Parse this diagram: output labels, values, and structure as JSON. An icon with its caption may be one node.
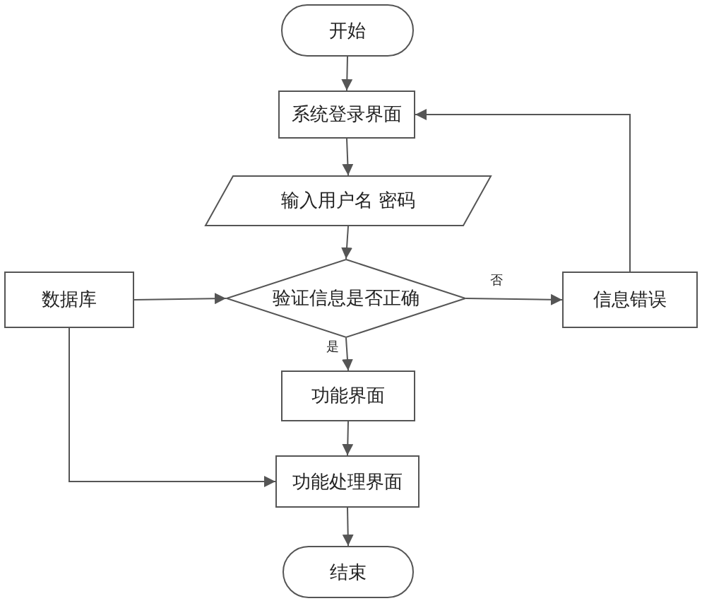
{
  "diagram": {
    "nodes": [
      {
        "text": [
          "开始"
        ]
      },
      {
        "text": [
          "系统登录界面"
        ]
      },
      {
        "text": [
          "输入用户名 密码"
        ]
      },
      {
        "text": [
          "验证信息是否正确"
        ]
      },
      {
        "text": [
          "数据库"
        ]
      },
      {
        "text": [
          "信息错误"
        ]
      },
      {
        "text": [
          "功能界面"
        ]
      },
      {
        "text": [
          "功能处理界面"
        ]
      },
      {
        "text": [
          "结束"
        ]
      }
    ],
    "edges": [
      {
        "from": 0,
        "to": 1,
        "arrow": "to"
      },
      {
        "from": 1,
        "to": 2,
        "arrow": "to"
      },
      {
        "from": 2,
        "to": 3,
        "arrow": "to"
      },
      {
        "from": 4,
        "to": 3,
        "arrow": "to"
      },
      {
        "from": 3,
        "to": 5,
        "label": "否",
        "arrow": "to"
      },
      {
        "from": 5,
        "to": 1,
        "arrow": "to"
      },
      {
        "from": 3,
        "to": 6,
        "label": "是",
        "arrow": "to"
      },
      {
        "from": 4,
        "to": 7,
        "arrow": "to"
      },
      {
        "from": 6,
        "to": 7,
        "arrow": "to"
      },
      {
        "from": 7,
        "to": 8,
        "arrow": "to"
      }
    ]
  }
}
